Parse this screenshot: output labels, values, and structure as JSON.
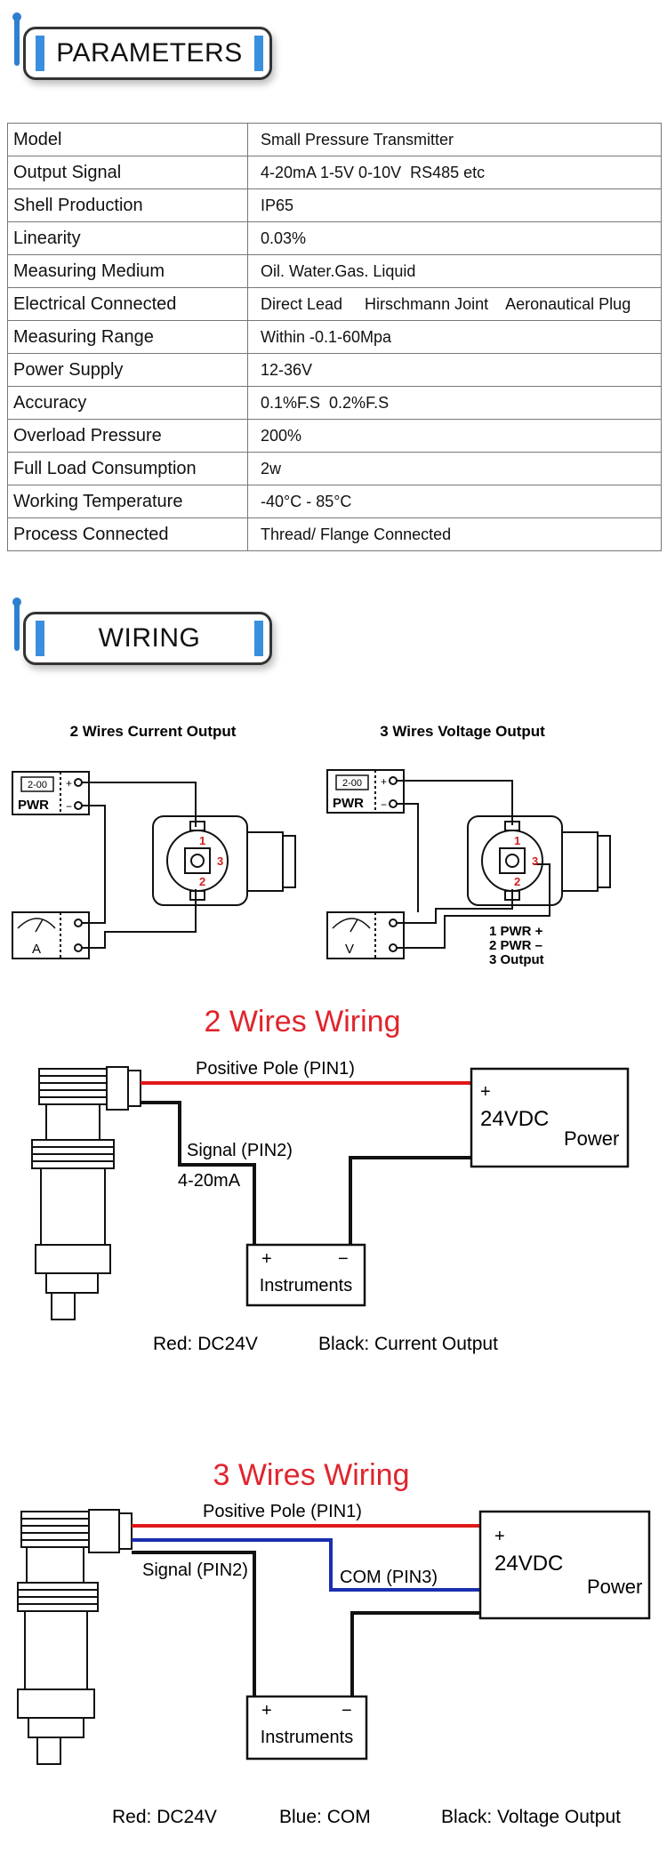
{
  "sections": {
    "parameters_title": "PARAMETERS",
    "wiring_title": "WIRING"
  },
  "parameters": [
    {
      "label": "Model",
      "value": "Small Pressure Transmitter"
    },
    {
      "label": "Output Signal",
      "value": "4-20mA 1-5V 0-10V  RS485 etc"
    },
    {
      "label": "Shell Production",
      "value": "IP65"
    },
    {
      "label": "Linearity",
      "value": "0.03%"
    },
    {
      "label": "Measuring Medium",
      "value": "Oil. Water.Gas. Liquid"
    },
    {
      "label": "Electrical Connected",
      "value": "Direct Lead     Hirschmann Joint    Aeronautical Plug"
    },
    {
      "label": "Measuring Range",
      "value": "Within -0.1-60Mpa"
    },
    {
      "label": "Power Supply",
      "value": "12-36V"
    },
    {
      "label": "Accuracy",
      "value": "0.1%F.S  0.2%F.S"
    },
    {
      "label": "Overload Pressure",
      "value": "200%"
    },
    {
      "label": "Full Load Consumption",
      "value": "2w"
    },
    {
      "label": "Working Temperature",
      "value": "-40°C - 85°C"
    },
    {
      "label": "Process Connected",
      "value": "Thread/ Flange Connected"
    }
  ],
  "schematic": {
    "left_title": "2 Wires Current Output",
    "right_title": "3 Wires Voltage Output",
    "pwr_label": "PWR",
    "display_text": "2-00",
    "ammeter_label": "A",
    "voltmeter_label": "V",
    "pin1": "1",
    "pin2": "2",
    "pin3": "3",
    "legend": [
      "1 PWR +",
      "2 PWR –",
      "3 Output"
    ]
  },
  "two_wire": {
    "title": "2 Wires Wiring",
    "positive_pole": "Positive Pole (PIN1)",
    "signal": "Signal (PIN2)",
    "range": "4-20mA",
    "power_plus": "+",
    "power_voltage": "24VDC",
    "power_label": "Power",
    "inst_plus": "+",
    "inst_minus": "−",
    "instruments": "Instruments",
    "red_note": "Red: DC24V",
    "black_note": "Black: Current Output"
  },
  "three_wire": {
    "title": "3 Wires Wiring",
    "positive_pole": "Positive Pole (PIN1)",
    "signal": "Signal (PIN2)",
    "com": "COM (PIN3)",
    "power_plus": "+",
    "power_voltage": "24VDC",
    "power_label": "Power",
    "inst_plus": "+",
    "inst_minus": "−",
    "instruments": "Instruments",
    "red_note": "Red: DC24V",
    "blue_note": "Blue: COM",
    "black_note": "Black: Voltage Output"
  },
  "colors": {
    "accent": "#2f7fd0",
    "wire_red": "#e01818",
    "wire_blue": "#1a2fb0",
    "wire_black": "#111111",
    "title_red": "#e0242c"
  }
}
